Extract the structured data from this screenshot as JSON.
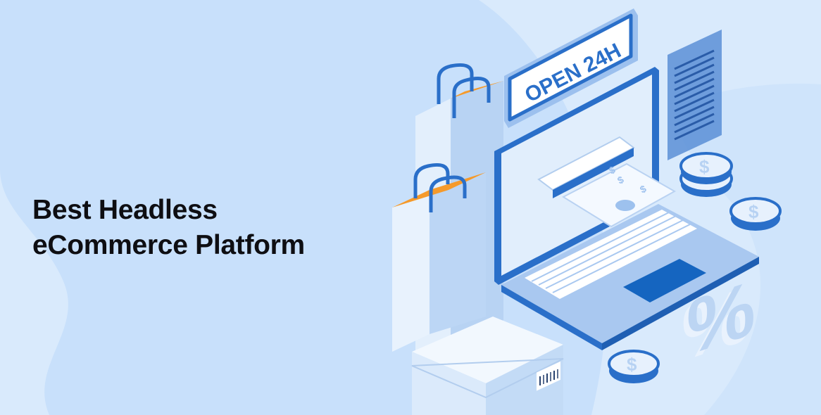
{
  "banner": {
    "headline_line1": "Best Headless",
    "headline_line2": "eCommerce Platform",
    "sign_text": "OPEN 24H",
    "coin_symbol": "$",
    "discount_symbol": "%"
  },
  "colors": {
    "background": "#d9eafc",
    "blob": "#c6defa",
    "headline": "#0e0e12",
    "laptop_frame": "#2a6fc9",
    "bag_handle_accent": "#f59a2b",
    "trackpad": "#1565c0"
  },
  "icons": [
    "shopping-bag-icon",
    "laptop-icon",
    "open-sign-icon",
    "receipt-icon",
    "coin-icon",
    "percent-icon",
    "box-icon",
    "barcode-icon",
    "credit-card-icon"
  ]
}
